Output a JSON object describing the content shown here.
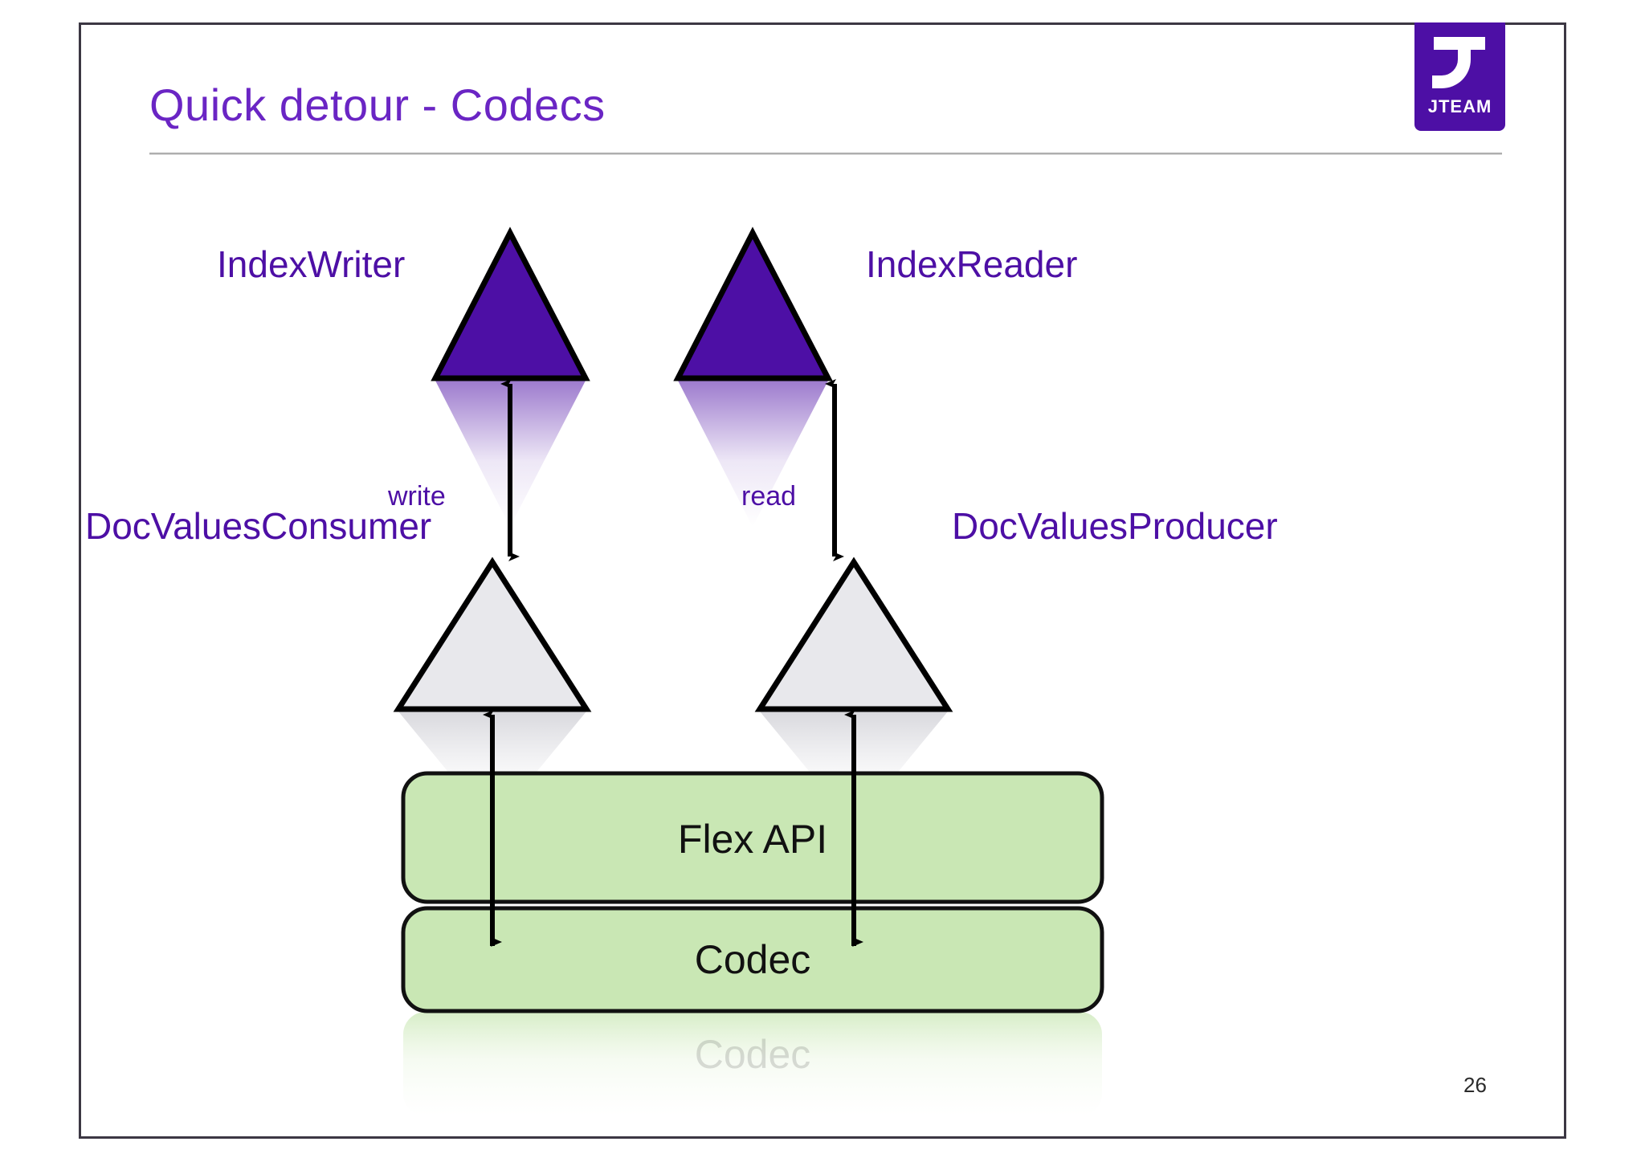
{
  "slide": {
    "title": "Quick detour - Codecs",
    "page_number": "26",
    "accent_purple": "#6a25c4",
    "shape_purple": "#4d0fa5",
    "shape_grey": "#e8e8ec",
    "box_green": "#c9e7b4",
    "frame_color": "#3c3743"
  },
  "logo": {
    "wordmark": "JTEAM",
    "background": "#4d0fa5",
    "glyph_color": "#ffffff"
  },
  "diagram": {
    "type": "flow",
    "nodes": [
      {
        "id": "index-writer",
        "label": "IndexWriter",
        "shape": "triangle",
        "fill": "#4d0fa5",
        "label_side": "left"
      },
      {
        "id": "index-reader",
        "label": "IndexReader",
        "shape": "triangle",
        "fill": "#4d0fa5",
        "label_side": "right"
      },
      {
        "id": "docvalues-consumer",
        "label": "DocValuesConsumer",
        "shape": "triangle",
        "fill": "#e8e8ec",
        "label_side": "left"
      },
      {
        "id": "docvalues-producer",
        "label": "DocValuesProducer",
        "shape": "triangle",
        "fill": "#e8e8ec",
        "label_side": "right"
      },
      {
        "id": "flex-api",
        "label": "Flex API",
        "shape": "rounded-box",
        "fill": "#c9e7b4"
      },
      {
        "id": "codec",
        "label": "Codec",
        "shape": "rounded-box",
        "fill": "#c9e7b4"
      }
    ],
    "edges": [
      {
        "id": "write-edge",
        "label": "write",
        "from": "docvalues-consumer",
        "to": "index-writer",
        "arrow": "double"
      },
      {
        "id": "read-edge",
        "label": "read",
        "from": "docvalues-producer",
        "to": "index-reader",
        "arrow": "double"
      },
      {
        "id": "left-codec-edge",
        "label": "",
        "from": "codec",
        "to": "docvalues-consumer",
        "arrow": "double"
      },
      {
        "id": "right-codec-edge",
        "label": "",
        "from": "codec",
        "to": "docvalues-producer",
        "arrow": "double"
      }
    ]
  }
}
